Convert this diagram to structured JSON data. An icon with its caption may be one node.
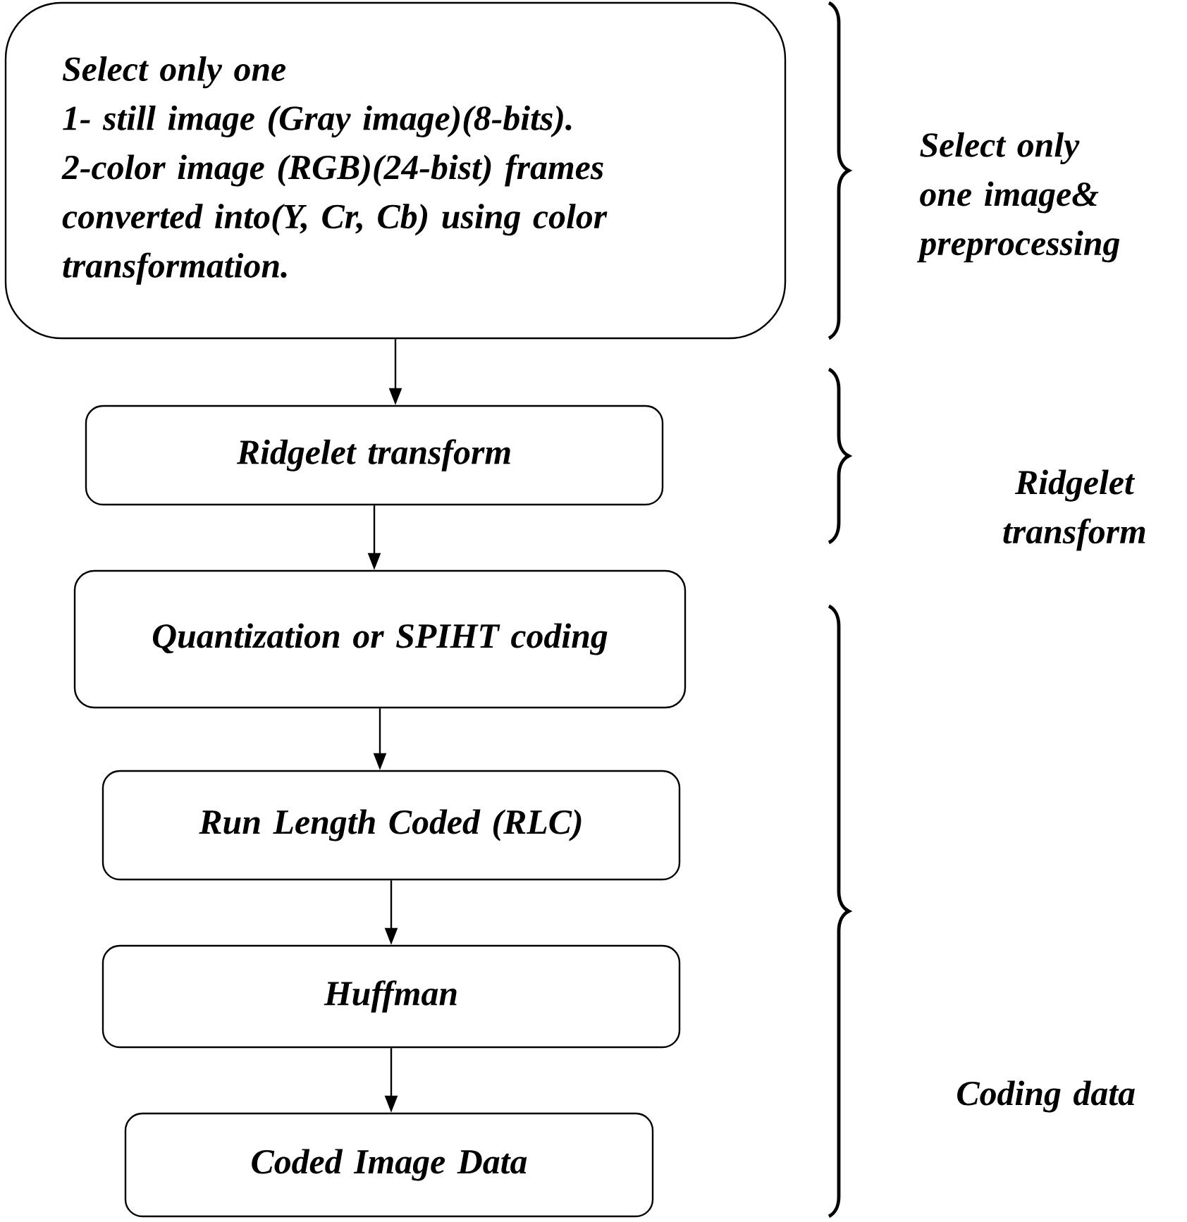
{
  "diagram": {
    "nodes": [
      {
        "text": [
          "Select only one",
          "1-   still image (Gray image)(8-bits).",
          "2-color image (RGB)(24-bist) frames converted into(Y, Cr, Cb) using color transformation."
        ]
      },
      {
        "text": [
          "Ridgelet transform"
        ]
      },
      {
        "text": [
          "Quantization or   SPIHT coding"
        ]
      },
      {
        "text": [
          "Run Length Coded (RLC)"
        ]
      },
      {
        "text": [
          "Huffman"
        ]
      },
      {
        "text": [
          "Coded Image Data"
        ]
      }
    ],
    "edges": [
      {
        "from": 0,
        "to": 1,
        "arrow": "to"
      },
      {
        "from": 1,
        "to": 2,
        "arrow": "to"
      },
      {
        "from": 2,
        "to": 3,
        "arrow": "to"
      },
      {
        "from": 3,
        "to": 4,
        "arrow": "to"
      },
      {
        "from": 4,
        "to": 5,
        "arrow": "to"
      }
    ],
    "labels": [
      "Select only one image& preprocessing",
      "Ridgelet transform",
      "Coding data"
    ]
  }
}
